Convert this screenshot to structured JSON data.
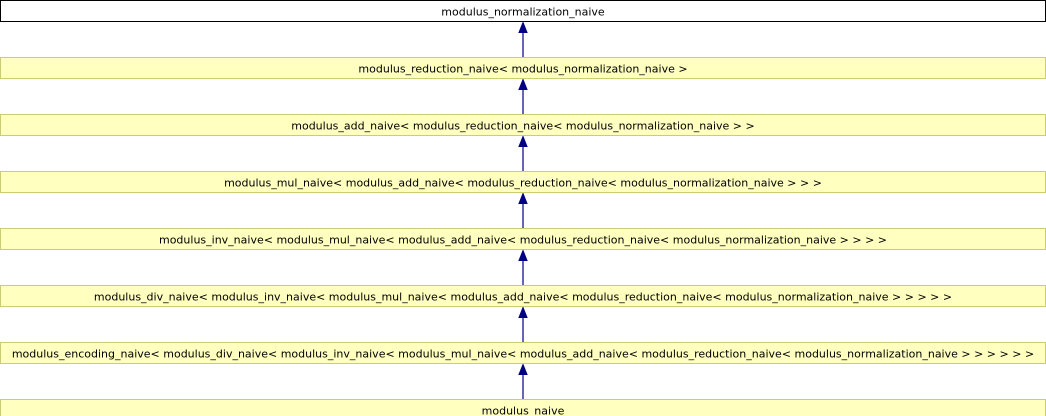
{
  "nodes": [
    {
      "id": "n0",
      "label": "modulus_normalization_naive",
      "style": "root"
    },
    {
      "id": "n1",
      "label": "modulus_reduction_naive< modulus_normalization_naive >",
      "style": "class"
    },
    {
      "id": "n2",
      "label": "modulus_add_naive< modulus_reduction_naive< modulus_normalization_naive > >",
      "style": "class"
    },
    {
      "id": "n3",
      "label": "modulus_mul_naive< modulus_add_naive< modulus_reduction_naive< modulus_normalization_naive > > >",
      "style": "class"
    },
    {
      "id": "n4",
      "label": "modulus_inv_naive< modulus_mul_naive< modulus_add_naive< modulus_reduction_naive< modulus_normalization_naive > > > >",
      "style": "class"
    },
    {
      "id": "n5",
      "label": "modulus_div_naive< modulus_inv_naive< modulus_mul_naive< modulus_add_naive< modulus_reduction_naive< modulus_normalization_naive > > > > >",
      "style": "class"
    },
    {
      "id": "n6",
      "label": "modulus_encoding_naive< modulus_div_naive< modulus_inv_naive< modulus_mul_naive< modulus_add_naive< modulus_reduction_naive< modulus_normalization_naive > > > > > >",
      "style": "class"
    },
    {
      "id": "n7",
      "label": "modulus_naive",
      "style": "class"
    }
  ],
  "edges": [
    {
      "from": "n1",
      "to": "n0"
    },
    {
      "from": "n2",
      "to": "n1"
    },
    {
      "from": "n3",
      "to": "n2"
    },
    {
      "from": "n4",
      "to": "n3"
    },
    {
      "from": "n5",
      "to": "n4"
    },
    {
      "from": "n6",
      "to": "n5"
    },
    {
      "from": "n7",
      "to": "n6"
    }
  ],
  "colors": {
    "node_fill": "#ffffc0",
    "node_border": "#cccc70",
    "root_fill": "#ffffff",
    "root_border": "#000000",
    "edge": "#000080"
  }
}
